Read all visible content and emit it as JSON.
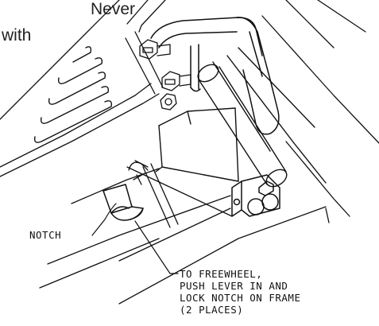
{
  "caption_fragments": {
    "line1": "Never",
    "line2": "with"
  },
  "callouts": {
    "notch": "NOTCH",
    "freewheel_lines": [
      "TO FREEWHEEL,",
      "PUSH LEVER IN AND",
      "LOCK NOTCH ON FRAME",
      "(2 PLACES)"
    ]
  },
  "colors": {
    "line": "#111111",
    "text": "#222222",
    "background": "#ffffff"
  }
}
